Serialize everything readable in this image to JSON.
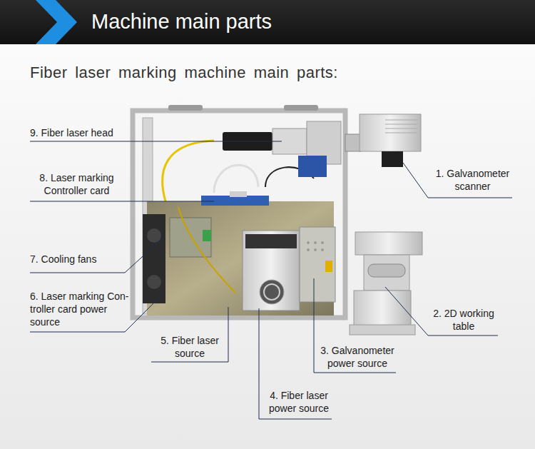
{
  "diagram": {
    "title": "Machine main parts",
    "labels": [
      "Fiber laser marking machine main parts:",
      "9. Fiber laser head",
      "8. Laser marking Controller card",
      "1. Galvanometer scanner",
      "7. Cooling fans",
      "2. 2D working table",
      "6. Laser marking Con- troller card power source",
      "3. Galvanometer power source",
      "5. Fiber laser source",
      "4. Fiber laser power source"
    ]
  }
}
